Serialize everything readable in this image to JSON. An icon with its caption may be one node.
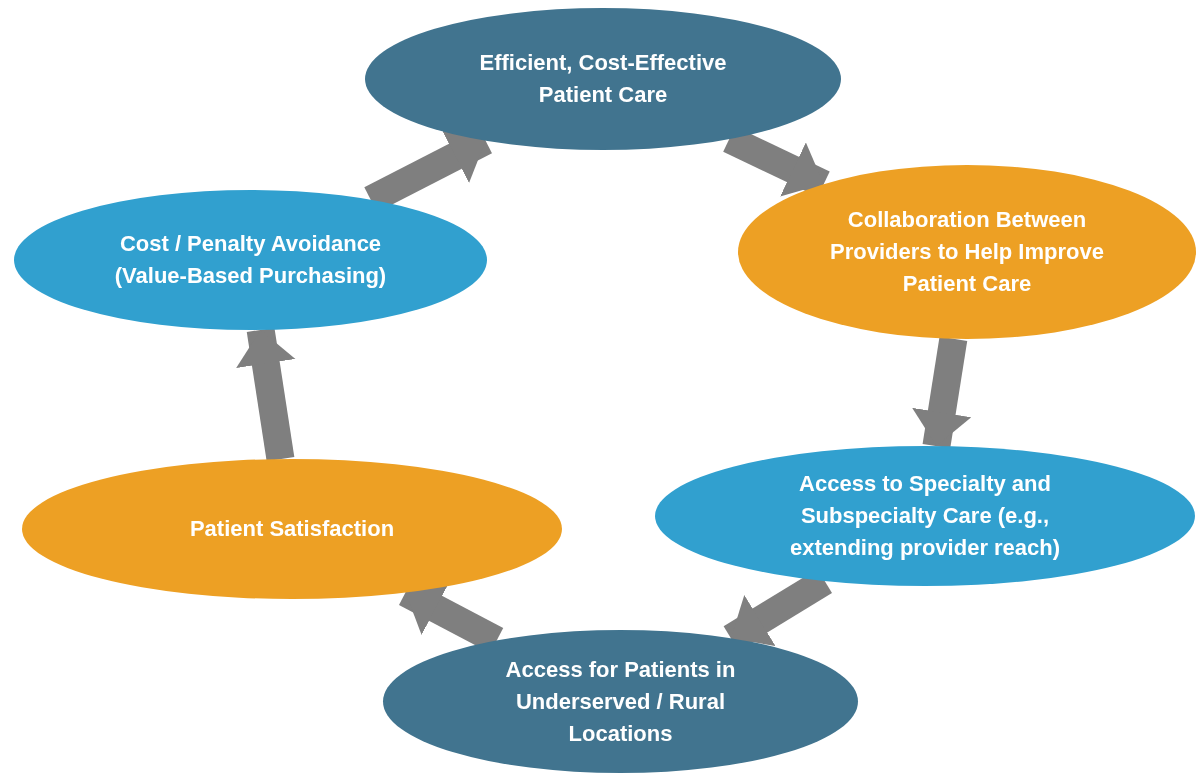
{
  "diagram": {
    "nodes": [
      {
        "text": [
          "Efficient, Cost-Effective Patient Care"
        ]
      },
      {
        "text": [
          "Collaboration Between Providers to Help Improve Patient Care"
        ]
      },
      {
        "text": [
          "Access to Specialty and Subspecialty Care (e.g., extending provider reach)"
        ]
      },
      {
        "text": [
          "Access for Patients in Underserved / Rural Locations"
        ]
      },
      {
        "text": [
          "Patient Satisfaction"
        ]
      },
      {
        "text": [
          "Cost / Penalty Avoidance (Value-Based Purchasing)"
        ]
      }
    ],
    "edges": [
      {
        "from": 0,
        "to": 1,
        "arrow": "to"
      },
      {
        "from": 1,
        "to": 2,
        "arrow": "to"
      },
      {
        "from": 2,
        "to": 3,
        "arrow": "to"
      },
      {
        "from": 3,
        "to": 4,
        "arrow": "to"
      },
      {
        "from": 4,
        "to": 5,
        "arrow": "to"
      },
      {
        "from": 5,
        "to": 0,
        "arrow": "to"
      }
    ]
  }
}
